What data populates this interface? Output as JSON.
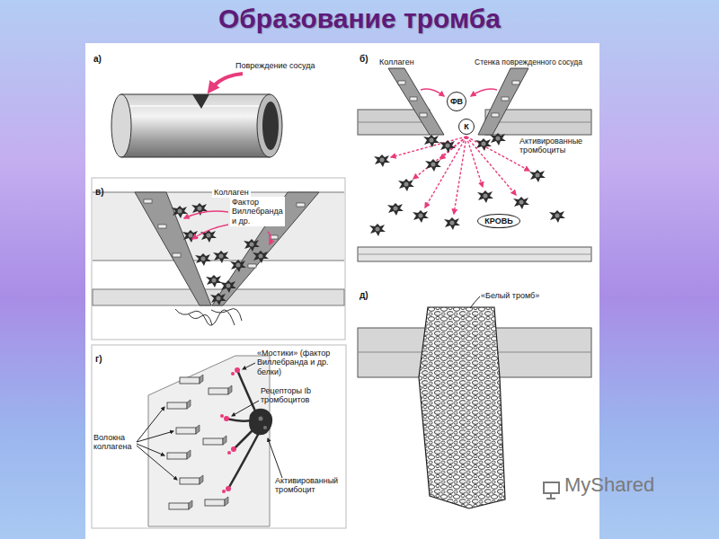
{
  "diagram": {
    "title": "Образование тромба",
    "nodes": [
      {
        "text": [
          "ФВ"
        ]
      },
      {
        "text": [
          "К"
        ]
      },
      {
        "text": [
          "КРОВЬ"
        ]
      }
    ],
    "labels": [
      "а)",
      "Повреждение сосуда",
      "б)",
      "Коллаген",
      "Стенка поврежденного сосуда",
      "Активированные тромбоциты",
      "в)",
      "Коллаген",
      "Фактор Виллебранда и др.",
      "г)",
      "«Мостики» (фактор Виллебранда и др. белки)",
      "Рецепторы Ib тромбоцитов",
      "Волокна коллагена",
      "Активированный тромбоцит",
      "д)",
      "«Белый тромб»",
      "MyShared"
    ]
  }
}
